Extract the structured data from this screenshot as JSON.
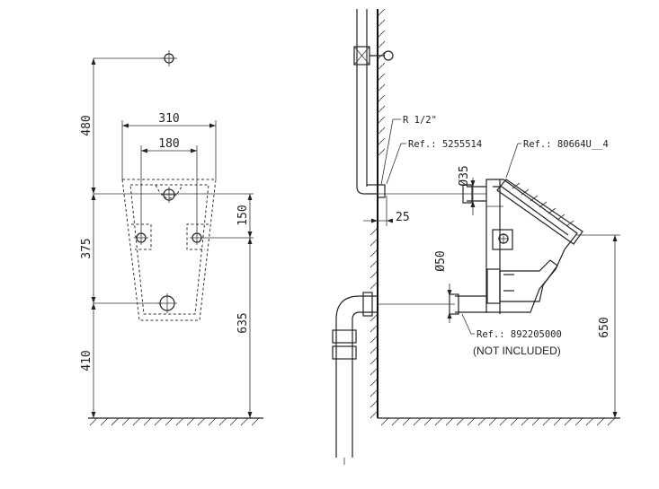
{
  "front_view": {
    "dim_width_top": "310",
    "dim_width_inner": "180",
    "dim_left_upper": "480",
    "dim_left_middle": "375",
    "dim_left_lower": "410",
    "dim_right_small": "150",
    "dim_right_large": "635"
  },
  "side_view": {
    "label_thread": "R 1/2\"",
    "ref_inlet": "Ref.: 5255514",
    "ref_cover": "Ref.: 80664U__4",
    "dim_inlet_dia": "Ø35",
    "dim_offset": "25",
    "dim_outlet_dia": "Ø50",
    "ref_trap": "Ref.: 892205000",
    "note_not_included": "(NOT INCLUDED)",
    "dim_height": "650"
  }
}
